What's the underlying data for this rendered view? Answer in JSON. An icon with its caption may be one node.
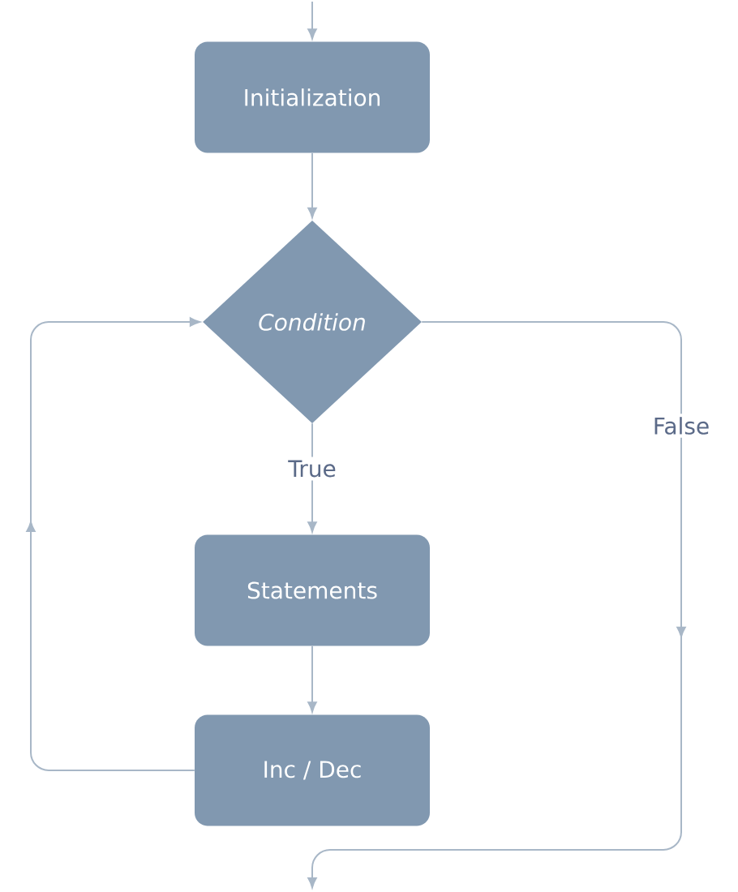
{
  "diagram": {
    "nodes": [
      {
        "text": [
          "Initialization"
        ]
      },
      {
        "text": [
          "Condition"
        ]
      },
      {
        "text": [
          "Statements"
        ]
      },
      {
        "text": [
          "Inc / Dec"
        ]
      }
    ],
    "edges": [
      {
        "from": null,
        "to": 0,
        "arrow": "to"
      },
      {
        "from": 0,
        "to": 1,
        "arrow": "to"
      },
      {
        "from": 1,
        "to": 2,
        "arrow": "to",
        "label": "True"
      },
      {
        "from": 2,
        "to": 3,
        "arrow": "to"
      },
      {
        "from": 3,
        "to": 1,
        "arrow": "to"
      },
      {
        "from": 1,
        "to": null,
        "arrow": "to",
        "label": "False"
      }
    ]
  }
}
